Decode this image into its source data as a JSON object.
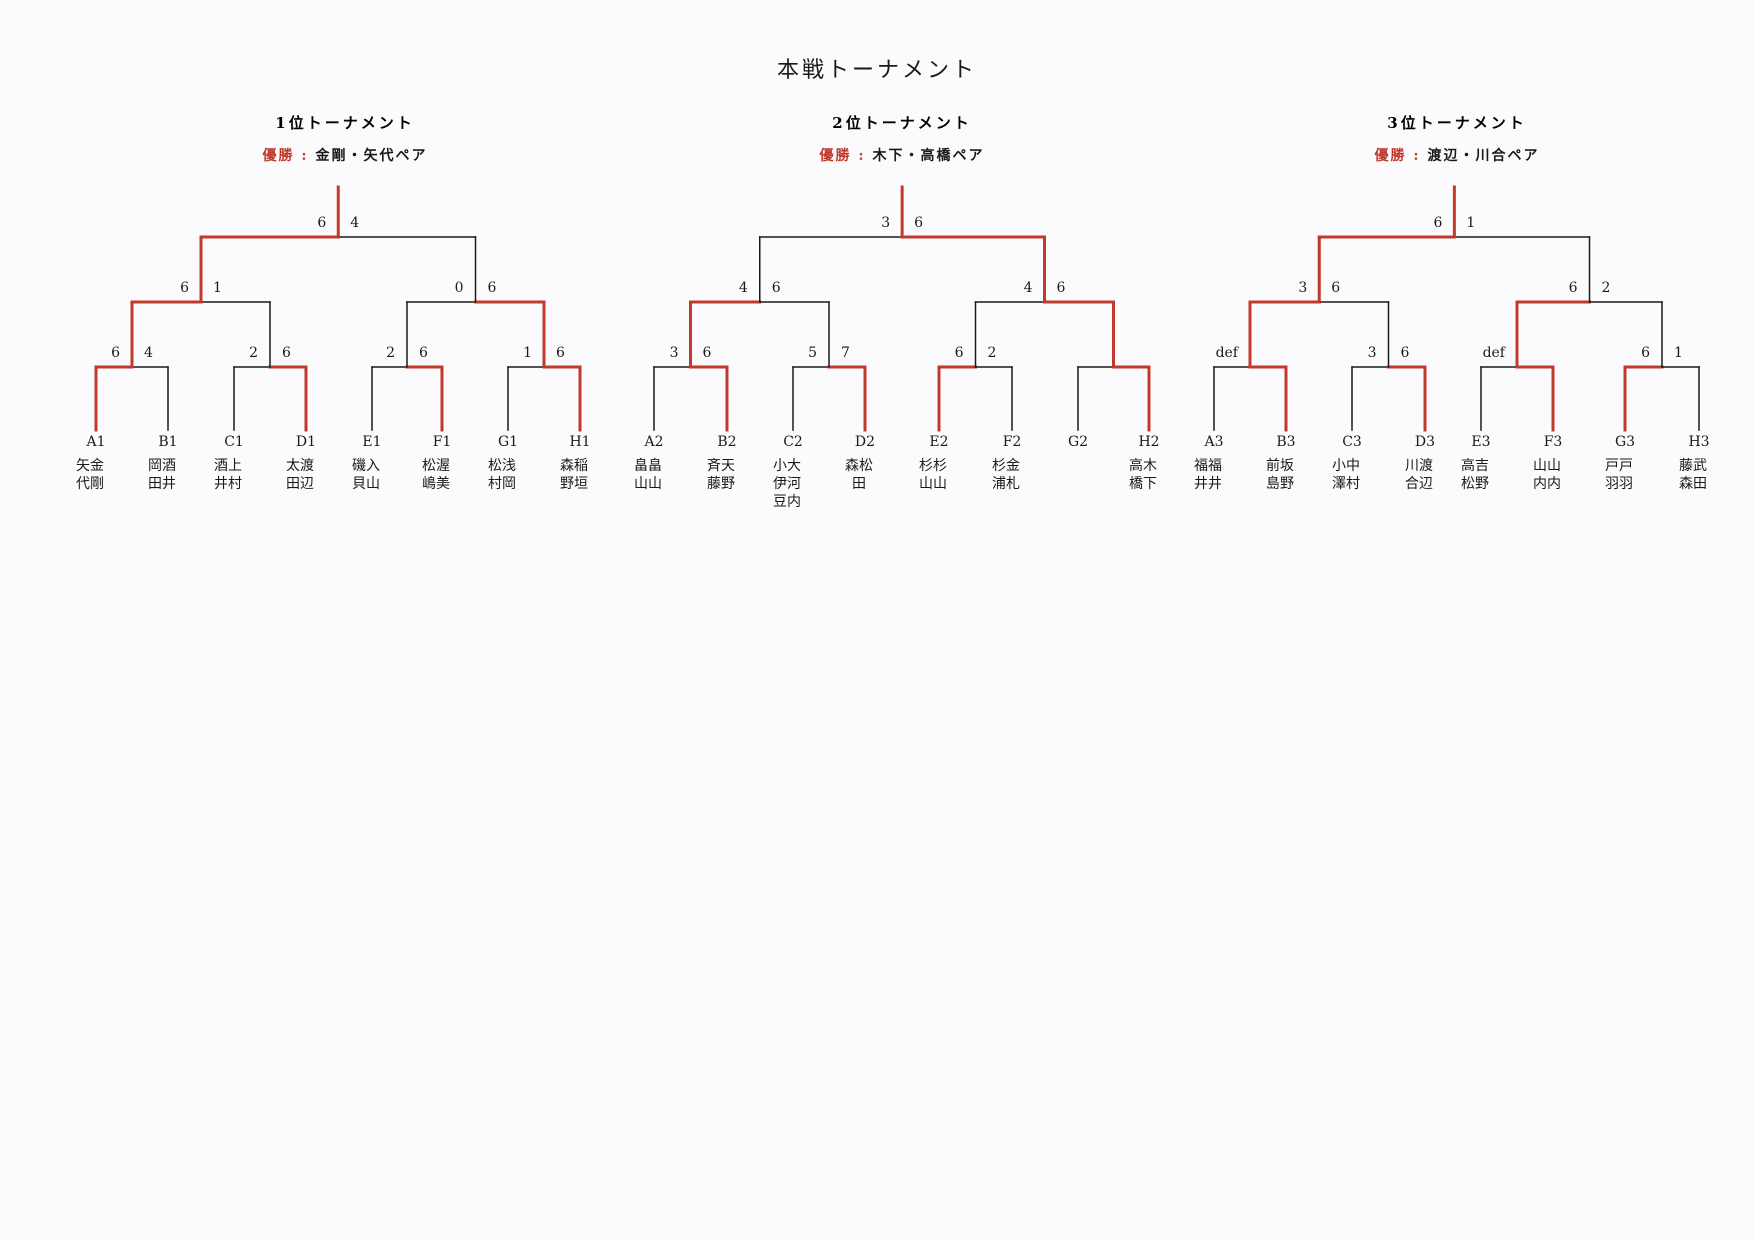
{
  "title": "本戦トーナメント",
  "winner_label": "優勝",
  "colors": {
    "win": "#c0392b",
    "line": "#1a1a1a"
  },
  "tournaments": [
    {
      "title": "1位トーナメント",
      "champion": "金剛・矢代ペア",
      "entries": [
        {
          "seed": "A1",
          "names": [
            "矢金",
            "代剛"
          ]
        },
        {
          "seed": "B1",
          "names": [
            "岡酒",
            "田井"
          ]
        },
        {
          "seed": "C1",
          "names": [
            "酒上",
            "井村"
          ]
        },
        {
          "seed": "D1",
          "names": [
            "太渡",
            "田辺"
          ]
        },
        {
          "seed": "E1",
          "names": [
            "磯入",
            "貝山"
          ]
        },
        {
          "seed": "F1",
          "names": [
            "松渥",
            "嶋美"
          ]
        },
        {
          "seed": "G1",
          "names": [
            "松浅",
            "村岡"
          ]
        },
        {
          "seed": "H1",
          "names": [
            "森稲",
            "野垣"
          ]
        }
      ],
      "rounds": [
        [
          {
            "scores": [
              "6",
              "4"
            ],
            "winner": 0
          },
          {
            "scores": [
              "2",
              "6"
            ],
            "winner": 1
          },
          {
            "scores": [
              "2",
              "6"
            ],
            "winner": 1
          },
          {
            "scores": [
              "1",
              "6"
            ],
            "winner": 1
          }
        ],
        [
          {
            "scores": [
              "6",
              "1"
            ],
            "winner": 0
          },
          {
            "scores": [
              "0",
              "6"
            ],
            "winner": 1
          }
        ],
        [
          {
            "scores": [
              "6",
              "4"
            ],
            "winner": 0
          }
        ]
      ]
    },
    {
      "title": "2位トーナメント",
      "champion": "木下・高橋ペア",
      "entries": [
        {
          "seed": "A2",
          "names": [
            "畠畠",
            "山山"
          ]
        },
        {
          "seed": "B2",
          "names": [
            "斉天",
            "藤野"
          ]
        },
        {
          "seed": "C2",
          "names": [
            "小大",
            "伊河",
            "豆内"
          ]
        },
        {
          "seed": "D2",
          "names": [
            "森松",
            "田"
          ]
        },
        {
          "seed": "E2",
          "names": [
            "杉杉",
            "山山"
          ]
        },
        {
          "seed": "F2",
          "names": [
            "杉金",
            "浦札"
          ]
        },
        {
          "seed": "G2",
          "names": []
        },
        {
          "seed": "H2",
          "names": [
            "高木",
            "橋下"
          ]
        }
      ],
      "rounds": [
        [
          {
            "scores": [
              "3",
              "6"
            ],
            "winner": 1
          },
          {
            "scores": [
              "5",
              "7"
            ],
            "winner": 1
          },
          {
            "scores": [
              "6",
              "2"
            ],
            "winner": 0
          },
          {
            "scores": [
              "",
              ""
            ],
            "winner": 1
          }
        ],
        [
          {
            "scores": [
              "4",
              "6"
            ],
            "winner": 0
          },
          {
            "scores": [
              "4",
              "6"
            ],
            "winner": 1
          }
        ],
        [
          {
            "scores": [
              "3",
              "6"
            ],
            "winner": 1
          }
        ]
      ]
    },
    {
      "title": "3位トーナメント",
      "champion": "渡辺・川合ペア",
      "entries": [
        {
          "seed": "A3",
          "names": [
            "福福",
            "井井"
          ]
        },
        {
          "seed": "B3",
          "names": [
            "前坂",
            "島野"
          ]
        },
        {
          "seed": "C3",
          "names": [
            "小中",
            "澤村"
          ]
        },
        {
          "seed": "D3",
          "names": [
            "川渡",
            "合辺"
          ]
        },
        {
          "seed": "E3",
          "names": [
            "高吉",
            "松野"
          ]
        },
        {
          "seed": "F3",
          "names": [
            "山山",
            "内内"
          ]
        },
        {
          "seed": "G3",
          "names": [
            "戸戸",
            "羽羽"
          ]
        },
        {
          "seed": "H3",
          "names": [
            "藤武",
            "森田"
          ]
        }
      ],
      "rounds": [
        [
          {
            "scores": [
              "def",
              ""
            ],
            "winner": 1
          },
          {
            "scores": [
              "3",
              "6"
            ],
            "winner": 1
          },
          {
            "scores": [
              "def",
              ""
            ],
            "winner": 1
          },
          {
            "scores": [
              "6",
              "1"
            ],
            "winner": 0
          }
        ],
        [
          {
            "scores": [
              "3",
              "6"
            ],
            "winner": 0
          },
          {
            "scores": [
              "6",
              "2"
            ],
            "winner": 0
          }
        ],
        [
          {
            "scores": [
              "6",
              "1"
            ],
            "winner": 0
          }
        ]
      ]
    }
  ]
}
